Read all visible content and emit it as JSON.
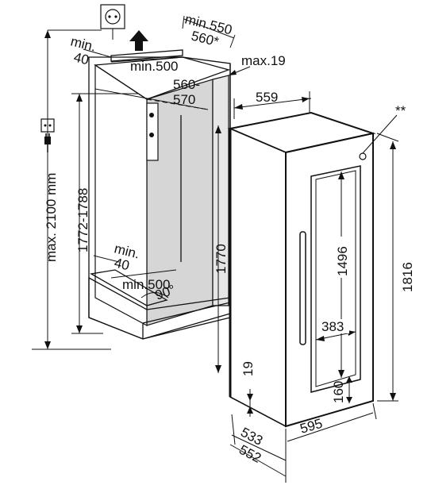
{
  "dimensions": {
    "max_height": "max. 2100 mm",
    "niche_height": "1772-1788",
    "inner_height": "1770",
    "appliance_height": "1816",
    "top_depth_min": "min.550",
    "top_depth_star": "560*",
    "top_vent_min": "min.\n40",
    "top_vent_width": "min.500",
    "max_gap": "max.19",
    "niche_width_range": "560-\n570",
    "appliance_width_top": "559",
    "bottom_vent_min": "min.\n40",
    "bottom_vent_width": "min.500",
    "angle": "90°",
    "door_height": "1496",
    "door_width": "383",
    "plinth_offset": "19",
    "bottom_height": "160",
    "depth_533": "533",
    "depth_552": "552",
    "width_595": "595",
    "footnote_mark": "**"
  },
  "icons": [
    "wall-socket-icon",
    "arrow-up-icon",
    "power-plug-icon"
  ]
}
